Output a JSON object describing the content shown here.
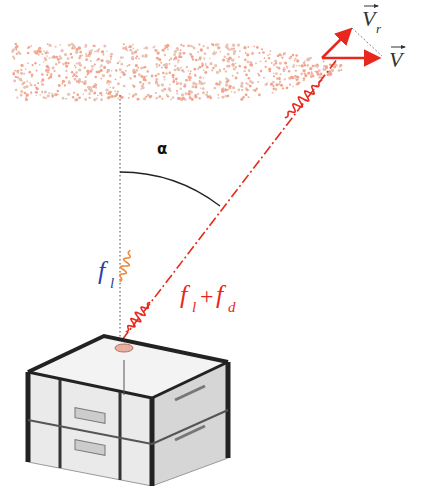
{
  "diagram": {
    "labels": [
      "V",
      "r",
      "V",
      "α",
      "f",
      "l",
      "f",
      "l",
      "+",
      "f",
      "d"
    ]
  }
}
